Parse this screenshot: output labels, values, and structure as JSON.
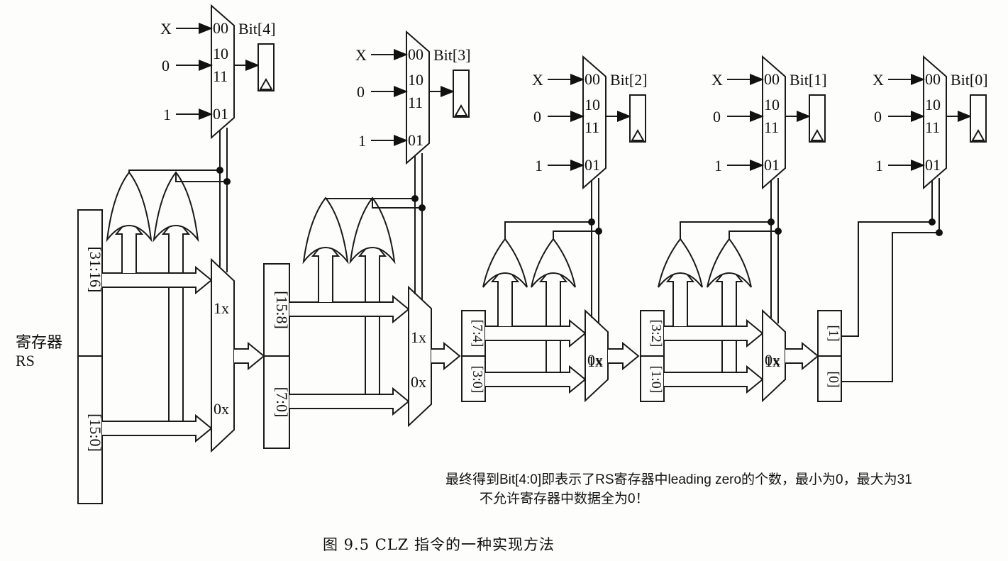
{
  "figure": {
    "caption": "图 9.5   CLZ 指令的一种实现方法",
    "note_line1": "最终得到Bit[4:0]即表示了RS寄存器中leading zero的个数，最小为0，最大为31",
    "note_line2": "不允许寄存器中数据全为0！",
    "register_label_line1": "寄存器",
    "register_label_line2": "RS"
  },
  "output_muxes": [
    {
      "bit_label": "Bit[4]",
      "inputs": {
        "x": "X",
        "zero": "0",
        "one": "1"
      },
      "sel_codes": [
        "00",
        "10",
        "11",
        "01"
      ]
    },
    {
      "bit_label": "Bit[3]",
      "inputs": {
        "x": "X",
        "zero": "0",
        "one": "1"
      },
      "sel_codes": [
        "00",
        "10",
        "11",
        "01"
      ]
    },
    {
      "bit_label": "Bit[2]",
      "inputs": {
        "x": "X",
        "zero": "0",
        "one": "1"
      },
      "sel_codes": [
        "00",
        "10",
        "11",
        "01"
      ]
    },
    {
      "bit_label": "Bit[1]",
      "inputs": {
        "x": "X",
        "zero": "0",
        "one": "1"
      },
      "sel_codes": [
        "00",
        "10",
        "11",
        "01"
      ]
    },
    {
      "bit_label": "Bit[0]",
      "inputs": {
        "x": "X",
        "zero": "0",
        "one": "1"
      },
      "sel_codes": [
        "00",
        "10",
        "11",
        "01"
      ]
    }
  ],
  "stages": [
    {
      "upper_field": "[31:16]",
      "lower_field": "[15:0]",
      "mux_labels": [
        "1x",
        "0x"
      ]
    },
    {
      "upper_field": "[15:8]",
      "lower_field": "[7:0]",
      "mux_labels": [
        "1x",
        "0x"
      ]
    },
    {
      "upper_field": "[7:4]",
      "lower_field": "[3:0]",
      "mux_labels": [
        "1x",
        "0x"
      ]
    },
    {
      "upper_field": "[3:2]",
      "lower_field": "[1:0]",
      "mux_labels": [
        "1x",
        "0x"
      ]
    },
    {
      "upper_field": "[1]",
      "lower_field": "[0]"
    }
  ]
}
